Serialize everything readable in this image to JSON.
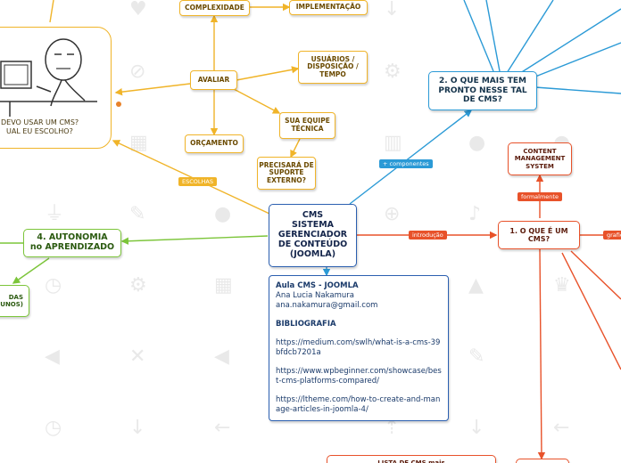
{
  "colors": {
    "yellow": "#f0b429",
    "green": "#7cc53a",
    "blue": "#2b9ad6",
    "orange": "#e8522a",
    "navy": "#2b5fb0"
  },
  "central": {
    "line1": "CMS",
    "line2": "SISTEMA",
    "line3": "GERENCIADOR",
    "line4": "DE CONTEÚDO",
    "line5": "(JOOMLA)"
  },
  "yellow_nodes": {
    "complexidade": "COMPLEXIDADE",
    "implementacao": "IMPLEMENTAÇÃO",
    "avaliar": "AVALIAR",
    "usuarios": "USUÁRIOS / DISPOSIÇÃO / TEMPO",
    "equipe": "SUA EQUIPE TÉCNICA",
    "orcamento": "ORÇAMENTO",
    "suporte": "PRECISARÁ DE SUPORTE EXTERNO?"
  },
  "comic": {
    "line1": "DEVO USAR UM CMS?",
    "line2": "UAL EU ESCOLHO?"
  },
  "green_nodes": {
    "autonomia_line1": "4. AUTONOMIA",
    "autonomia_line2": "no APRENDIZADO",
    "partial_line1": "DAS",
    "partial_line2": "UNOS)"
  },
  "blue_nodes": {
    "pronto": "2. O QUE MAIS TEM PRONTO NESSE TAL DE CMS?"
  },
  "orange_nodes": {
    "oque": "1. O QUE É UM CMS?",
    "content": "CONTENT MANAGEMENT SYSTEM"
  },
  "tags": {
    "escolhas": "ESCOLHAS",
    "componentes": "+ componentes",
    "introducao": "introdução",
    "formalmente": "formalmente",
    "grafico": "grafic"
  },
  "notes": {
    "title": "Aula CMS - JOOMLA",
    "author": "Ana Lucia Nakamura",
    "email": "ana.nakamura@gmail.com",
    "biblio": "BIBLIOGRAFIA",
    "link1": "https://medium.com/swlh/what-is-a-cms-39bfdcb7201a",
    "link2": "https://www.wpbeginner.com/showcase/best-cms-platforms-compared/",
    "link3": "https://ltheme.com/how-to-create-and-manage-articles-in-joomla-4/"
  },
  "bottom_node": {
    "text": "LISTA DE CMS mais"
  },
  "icons": [
    "heart-icon",
    "circle-alert-icon",
    "eye-off-icon",
    "settings-icon",
    "grid-icon",
    "map-icon",
    "microphone-icon",
    "plug-icon",
    "wrench-icon",
    "lock-icon",
    "bell-icon",
    "timer-icon",
    "table-icon",
    "warning-icon",
    "trophy-icon",
    "volume-icon",
    "mute-icon",
    "arrow-left-icon",
    "arrow-down-icon",
    "upload-icon"
  ]
}
